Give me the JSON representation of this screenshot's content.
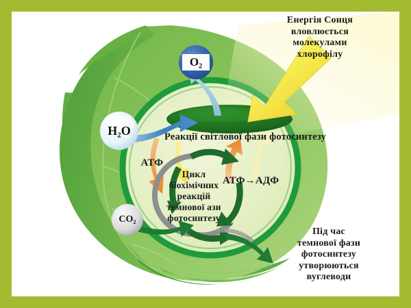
{
  "slide": {
    "title_region": "photosynthesis-diagram",
    "border_color": "#a3bb31",
    "background": "#ffffff"
  },
  "annotations": {
    "sun_energy": "Енергія Сонця\nвловлюється\nмолекулами\nхлорофілу",
    "light_phase": "Реакції світлової фази фотосинтезу",
    "calvin_cycle": "Цикл\nбіохімічних\nреакцій\nтемнової ази\nфотосинтезу",
    "dark_phase": "Під час\nтемнової фази\nфотосинтезу\nутворюються\nвуглеводи",
    "atp": "АТФ",
    "atp_adp": "АТФ→АДФ"
  },
  "molecules": {
    "oxygen": "O₂",
    "water": "H₂O",
    "carbon_dioxide": "CO₂"
  },
  "colors": {
    "frame": "#a3bb31",
    "leaf_dark_green": "#5fa83f",
    "leaf_mid_green": "#7cbd54",
    "leaf_light_green": "#9ed06f",
    "chloroplast_ring": "#1f9b3c",
    "chloroplast_fill": "#e9f2c9",
    "thylakoid": "#1d6b1e",
    "sun_arrow": "#f2e93e",
    "sun_arrow_dark": "#f0c92c",
    "atp_arrow_orange": "#e8952e",
    "atp_arrow_yellow": "#f4e23c",
    "atp_pale": "#f5edb0",
    "cycle_gray": "#8c8c8c",
    "cycle_green": "#1f6b2c",
    "o2_circle": "#2f5fa8",
    "h2o_circle": "#dfeef8",
    "co2_circle": "#cfcfcf",
    "water_arrow_blue": "#3b7fc4",
    "oxygen_arrow_blue": "#8fc4de"
  }
}
